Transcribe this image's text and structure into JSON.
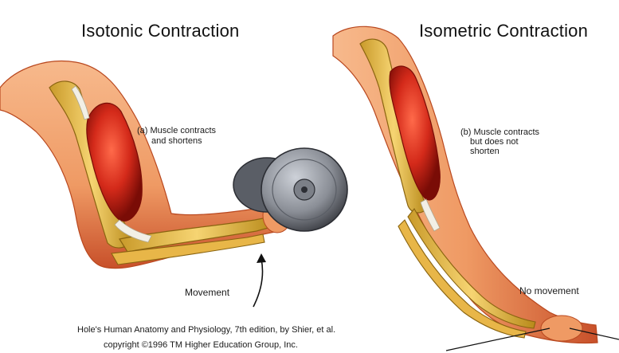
{
  "titles": {
    "left": "Isotonic Contraction",
    "right": "Isometric Contraction"
  },
  "labels": {
    "isotonic_line1": "(a) Muscle contracts",
    "isotonic_line2": "and shortens",
    "isometric_line1": "(b) Muscle contracts",
    "isometric_line2": "but does not",
    "isometric_line3": "shorten",
    "movement": "Movement",
    "no_movement": "No movement"
  },
  "credit": {
    "line1": "Hole's Human Anatomy and Physiology, 7th edition, by Shier, et al.",
    "line2": "copyright ©1996 TM Higher Education Group, Inc."
  },
  "colors": {
    "skin": "#f2a070",
    "skin_dark": "#c8502a",
    "bone": "#f0c050",
    "bone_dark": "#b88a1a",
    "muscle": "#d42a1a",
    "muscle_dark": "#8a1008",
    "tendon": "#f2efe6",
    "weight": "#8a8e96",
    "weight_dark": "#2c2e34"
  }
}
